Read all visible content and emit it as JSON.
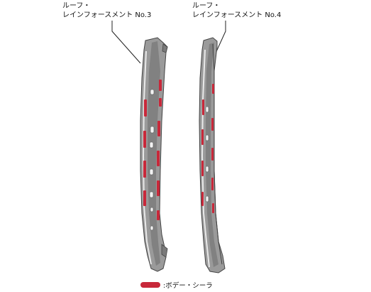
{
  "callouts": {
    "no3": {
      "line1": "ルーフ・",
      "line2": "レインフォースメント No.3"
    },
    "no4": {
      "line1": "ルーフ・",
      "line2": "レインフォースメント No.4"
    }
  },
  "legend": {
    "label": ":ボデー・シーラ"
  },
  "colors": {
    "sealer": "#c8283a",
    "part_fill": "#9a9a9a",
    "part_dark": "#6e6e6e",
    "part_edge": "#444444",
    "highlight": "#e9e9e9"
  }
}
